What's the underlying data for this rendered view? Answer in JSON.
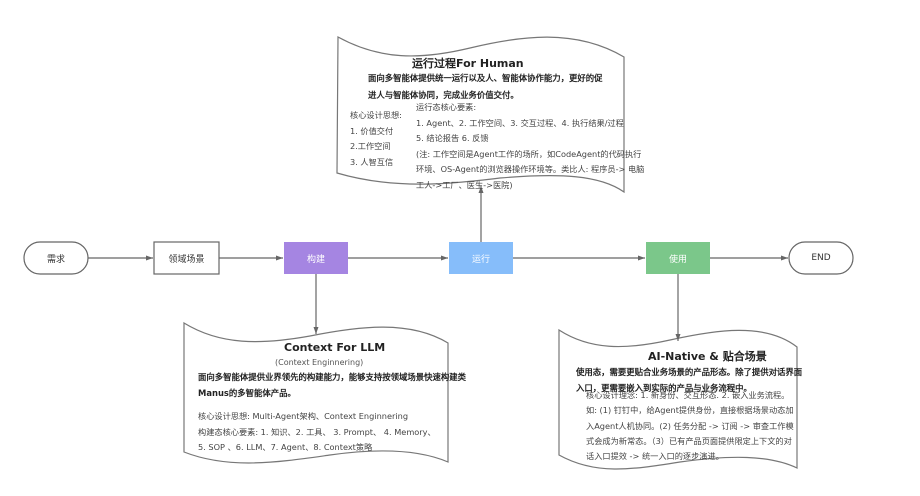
{
  "nodes": {
    "start": "需求",
    "domain_scene": "领域场景",
    "build": "构建",
    "run": "运行",
    "use": "使用",
    "end": "END"
  },
  "colors": {
    "build": "#A585E2",
    "run": "#86BDFA",
    "use": "#7BC78A",
    "stroke": "#666666"
  },
  "top_doc": {
    "title": "运行过程For Human",
    "intro": [
      "面向多智能体提供统一运行以及人、智能体协作能力，更好的促",
      "进人与智能体协同，完成业务价值交付。"
    ],
    "design_ideas": [
      "核心设计思想:",
      "1. 价值交付",
      "2.工作空间",
      "3. 人智互信"
    ],
    "elements": [
      "运行态核心要素:",
      "1. Agent、2. 工作空间、3. 交互过程、4. 执行结果/过程",
      "5. 结论报告 6. 反馈",
      "(注: 工作空间是Agent工作的场所，如CodeAgent的代码执行",
      "环境、OS-Agent的浏览器操作环境等。类比人: 程序员-> 电脑",
      "工人->工厂、医生->医院)"
    ]
  },
  "left_doc": {
    "title": "Context For LLM",
    "subtitle": "(Context Enginnering)",
    "intro": [
      "面向多智能体提供业界领先的构建能力，能够支持按领域场景快速构建类",
      "Manus的多智能体产品。"
    ],
    "details": [
      "核心设计思想: Multi-Agent架构、Context Enginnering",
      "构建态核心要素: 1. 知识、2. 工具、 3. Prompt、 4. Memory、",
      " 5. SOP 、6. LLM、7. Agent、8. Context策略"
    ]
  },
  "right_doc": {
    "title": "AI-Native & 贴合场景",
    "intro": [
      "使用态，需要更贴合业务场景的产品形态。除了提供对话界面",
      "入口，更需要嵌入到实际的产品与业务流程中。"
    ],
    "details": [
      "核心设计理念: 1. 新身份、交互形态. 2. 嵌入业务流程。",
      "如: (1) 钉钉中，给Agent提供身份，直接根据场景动态加",
      "入Agent人机协同。(2) 任务分配 -> 订阅  -> 审查工作模",
      "式会成为新常态。（3）已有产品页面提供限定上下文的对",
      "话入口提效  -> 统一入口的逐步演进。"
    ]
  }
}
